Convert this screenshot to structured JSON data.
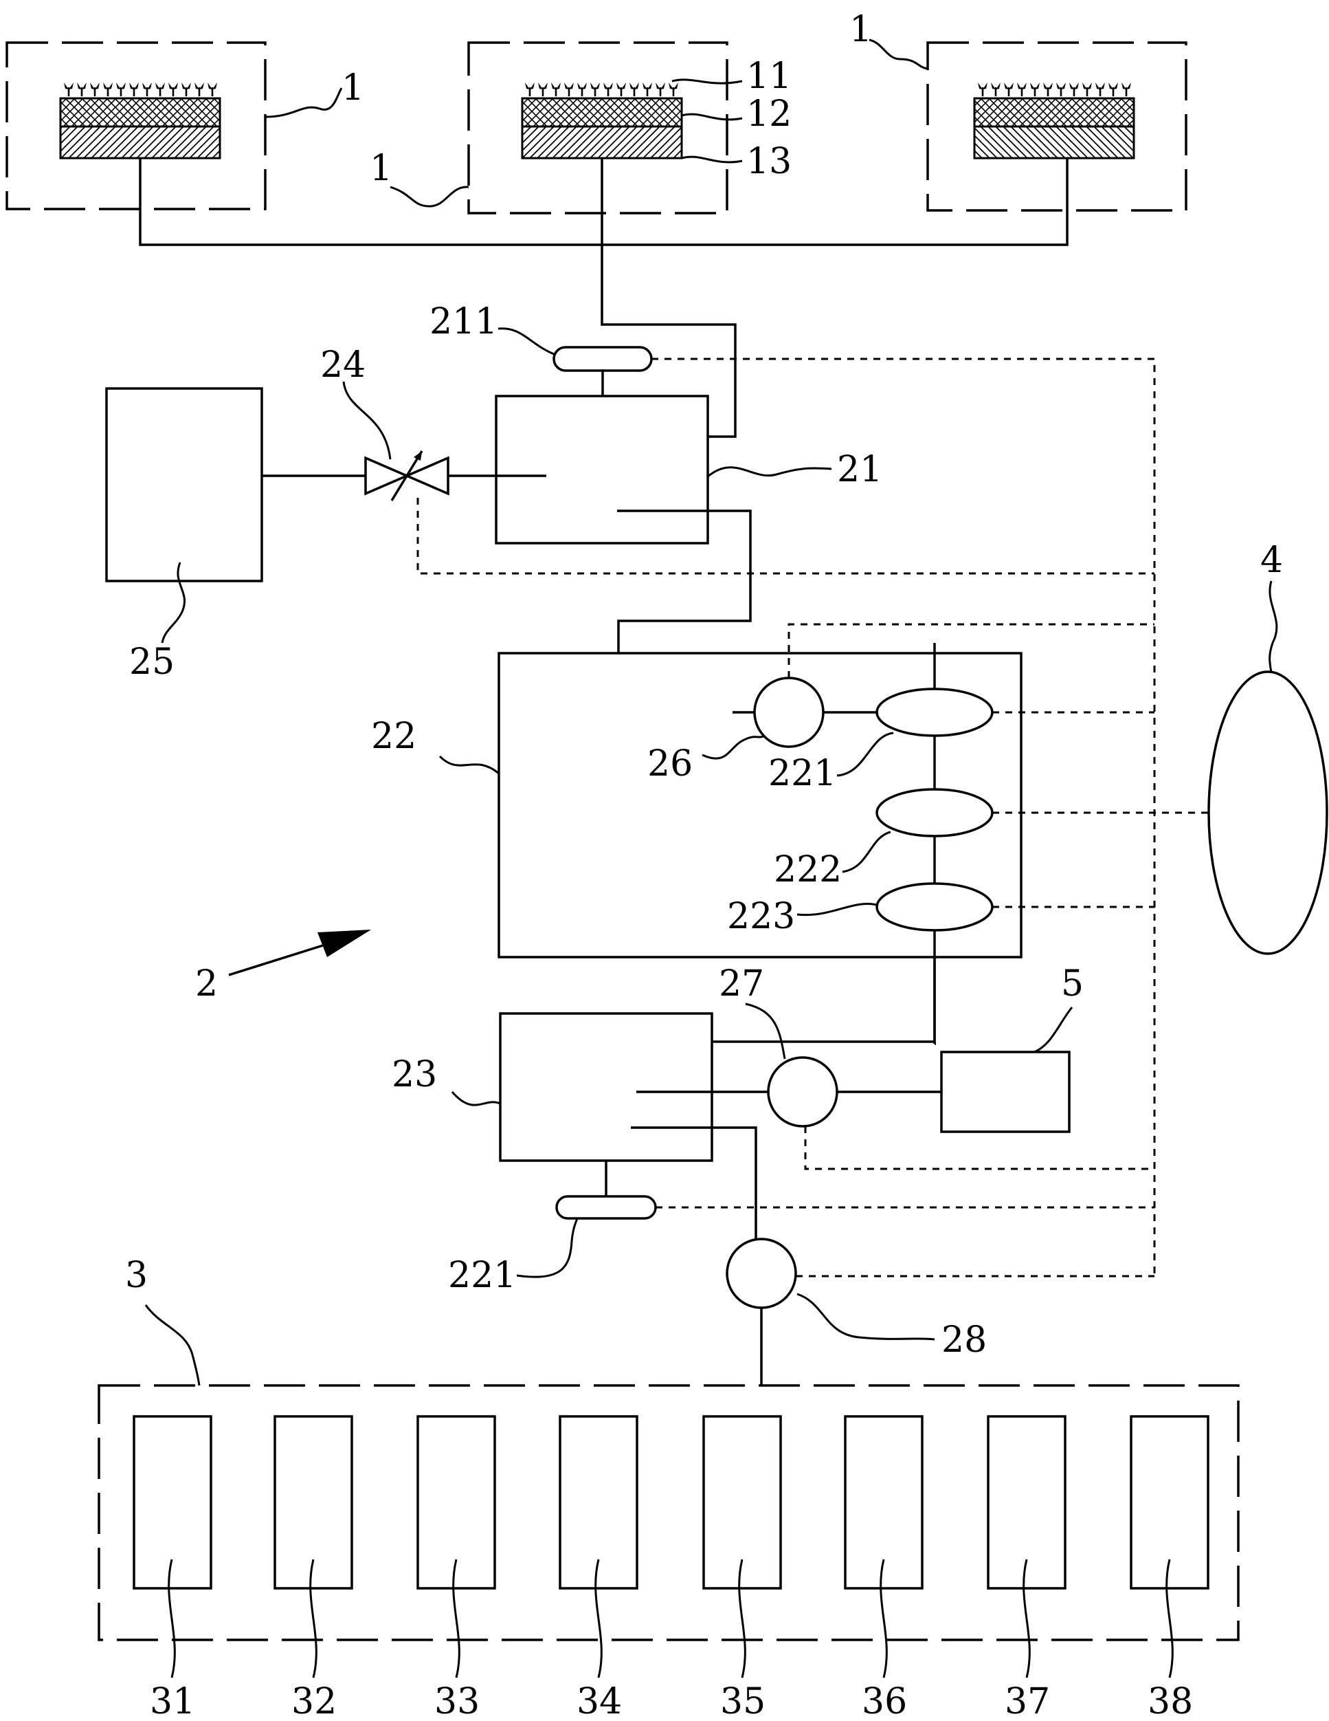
{
  "labels": {
    "unit_1_left": "1",
    "unit_1_mid": "1",
    "unit_1_right": "1",
    "layer_11": "11",
    "layer_12": "12",
    "layer_13": "13",
    "sensor_211": "211",
    "valve_24": "24",
    "tank_25": "25",
    "box_21": "21",
    "box_22": "22",
    "pump_26": "26",
    "sensor_221_upper": "221",
    "sensor_222": "222",
    "sensor_223": "223",
    "ellipse_4": "4",
    "arrow_2": "2",
    "pump_27": "27",
    "box_5": "5",
    "box_23": "23",
    "sensor_221_lower": "221",
    "pump_28": "28",
    "group_3": "3",
    "modules": [
      "31",
      "32",
      "33",
      "34",
      "35",
      "36",
      "37",
      "38"
    ]
  }
}
